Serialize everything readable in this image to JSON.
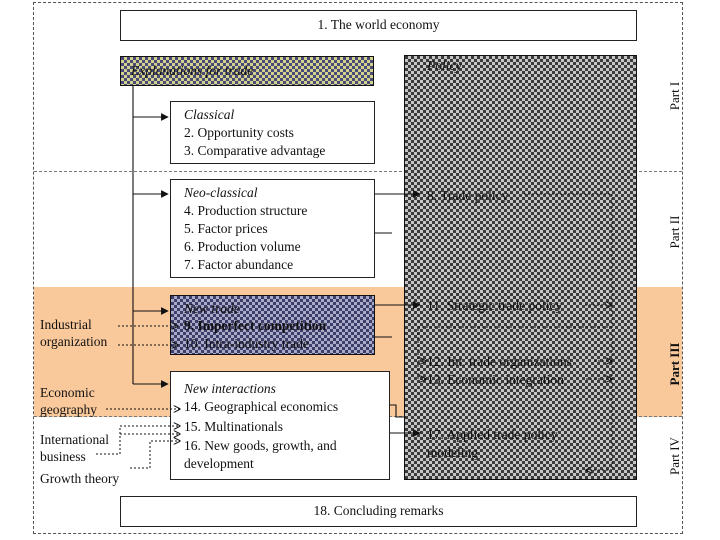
{
  "header": {
    "title": "1. The world economy"
  },
  "footer": {
    "title": "18. Concluding remarks"
  },
  "explanations": {
    "title": "Explanations for trade"
  },
  "policy": {
    "title": "Policy",
    "items": [
      "8. Trade policy",
      "11. Strategic trade policy",
      "12. Int. trade organizations",
      "13. Economic integration",
      "17. Applied trade policy",
      "modeling"
    ]
  },
  "classical": {
    "title": "Classical",
    "items": [
      "2. Opportunity costs",
      "3. Comparative advantage"
    ]
  },
  "neoclassical": {
    "title": "Neo-classical",
    "items": [
      "4. Production structure",
      "5. Factor prices",
      "6. Production volume",
      "7. Factor abundance"
    ]
  },
  "newtrade": {
    "title": "New trade",
    "items": [
      "9. Imperfect competition",
      "10. Intra-industry trade"
    ]
  },
  "newinteractions": {
    "title": "New interactions",
    "items": [
      "14. Geographical economics",
      "15. Multinationals",
      "16. New goods, growth, and",
      "development"
    ]
  },
  "left_labels": {
    "industrial": [
      "Industrial",
      "organization"
    ],
    "geography": [
      "Economic",
      "geography"
    ],
    "business": [
      "International",
      "business"
    ],
    "growth": "Growth theory"
  },
  "parts": [
    "Part I",
    "Part II",
    "Part III",
    "Part IV"
  ]
}
